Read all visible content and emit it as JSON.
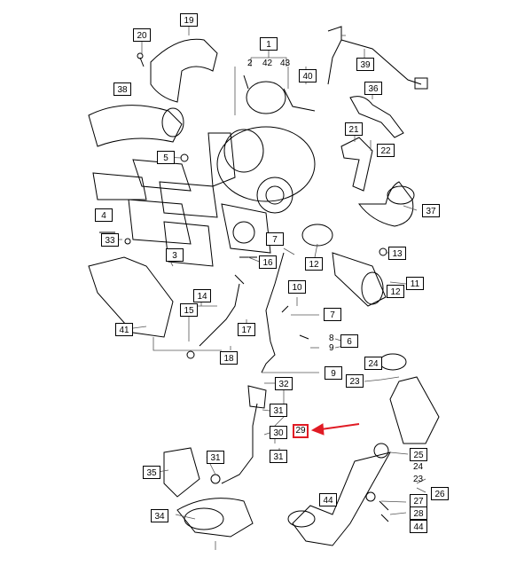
{
  "diagram": {
    "highlight_color": "#e01b24",
    "highlighted_part": "29",
    "callouts": {
      "c19": "19",
      "c20": "20",
      "c1": "1",
      "c2": "2",
      "c42": "42",
      "c43": "43",
      "c40": "40",
      "c39": "39",
      "c38": "38",
      "c36": "36",
      "c21": "21",
      "c5": "5",
      "c22": "22",
      "c37": "37",
      "c4": "4",
      "c33": "33",
      "c3": "3",
      "c16": "16",
      "c12a": "12",
      "c13": "13",
      "c11": "11",
      "c12b": "12",
      "c10": "10",
      "c14": "14",
      "c15": "15",
      "c7a": "7",
      "c41": "41",
      "c17": "17",
      "c8": "8",
      "c6": "6",
      "c9a": "9",
      "c18": "18",
      "c24a": "24",
      "c23a": "23",
      "c9b": "9",
      "c32": "32",
      "c31a": "31",
      "c30": "30",
      "c29": "29",
      "c31b": "31",
      "c25": "25",
      "c24b": "24",
      "c23b": "23",
      "c26": "26",
      "c35": "35",
      "c31c": "31",
      "c44a": "44",
      "c27": "27",
      "c28": "28",
      "c34": "34",
      "c44b": "44",
      "c7b": "7"
    }
  }
}
